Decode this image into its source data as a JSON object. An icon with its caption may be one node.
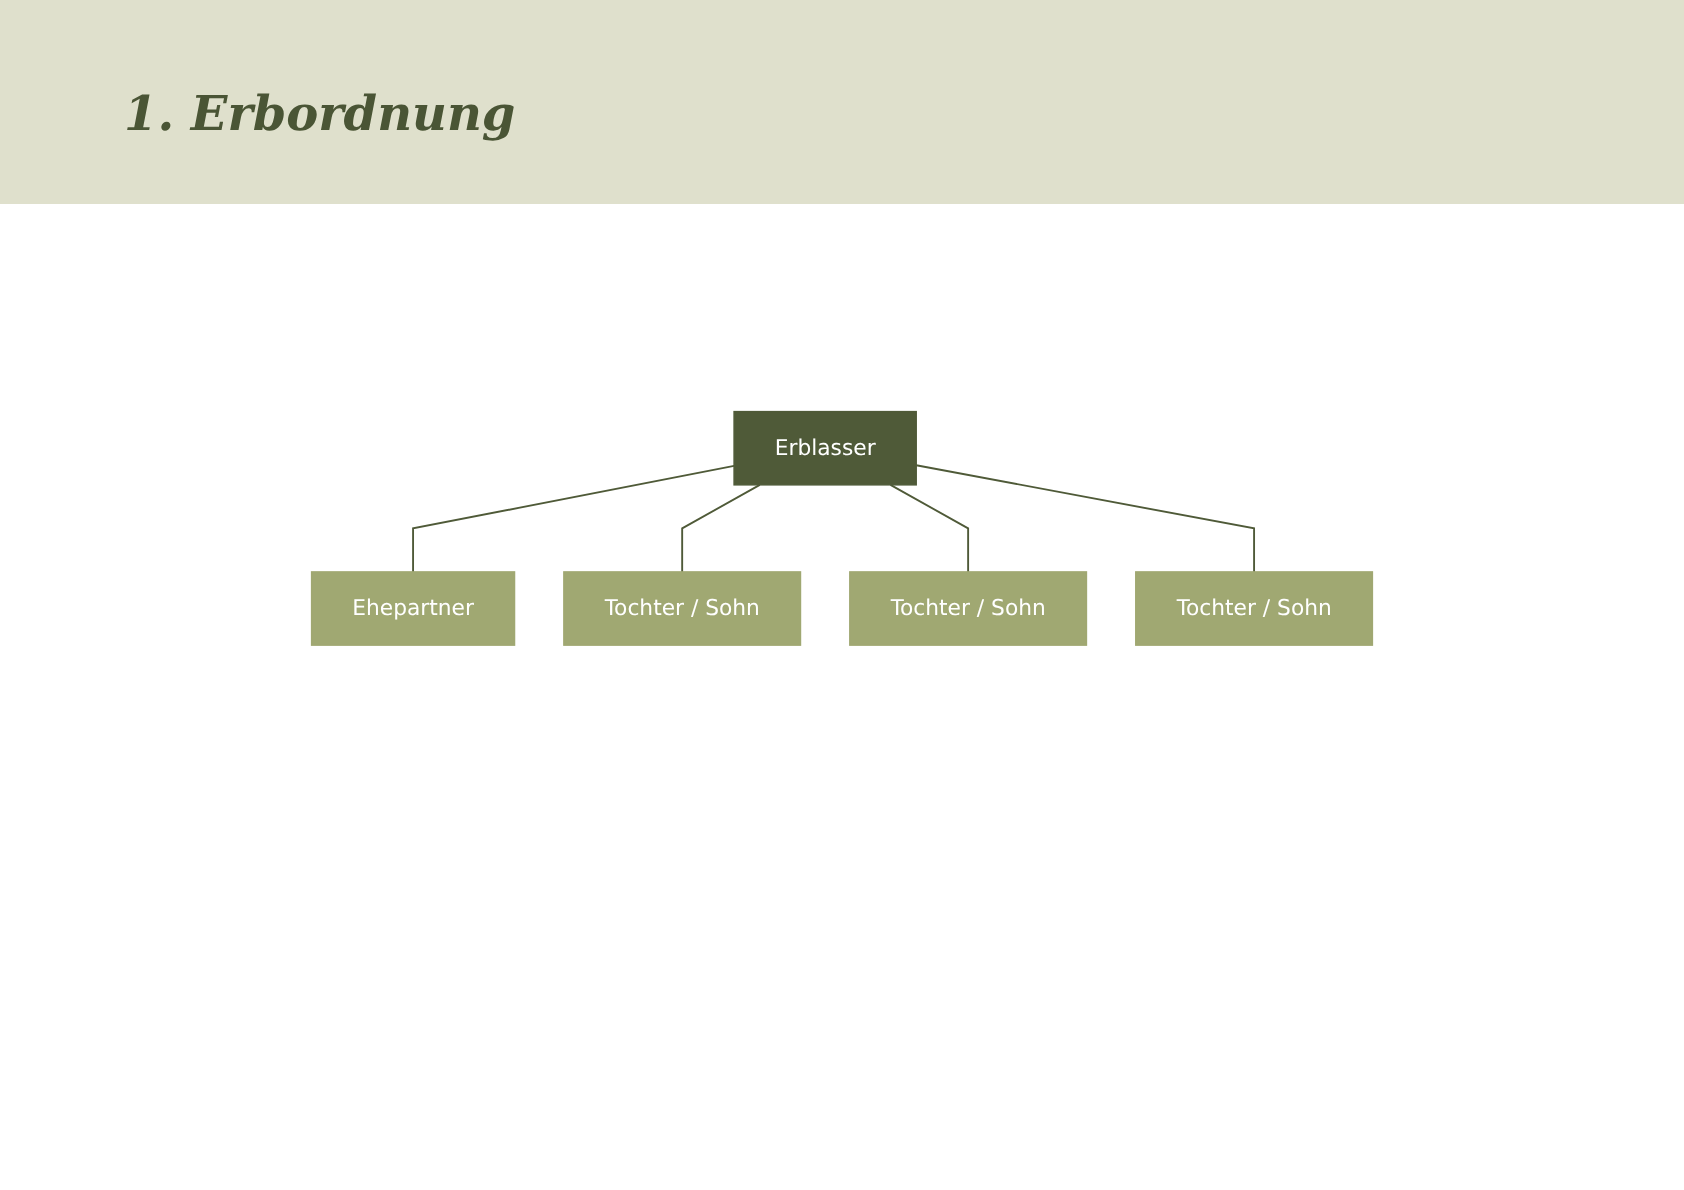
{
  "diagram": {
    "title": "1. Erbordnung",
    "nodes": [
      {
        "text": [
          "Erblasser"
        ]
      },
      {
        "text": [
          "Ehepartner"
        ]
      },
      {
        "text": [
          "Tochter / Sohn"
        ]
      },
      {
        "text": [
          "Tochter / Sohn"
        ]
      },
      {
        "text": [
          "Tochter / Sohn"
        ]
      }
    ],
    "edges": [
      {
        "from": 0,
        "to": 1,
        "arrow": "none"
      },
      {
        "from": 0,
        "to": 2,
        "arrow": "none"
      },
      {
        "from": 0,
        "to": 3,
        "arrow": "none"
      },
      {
        "from": 0,
        "to": 4,
        "arrow": "none"
      }
    ]
  }
}
